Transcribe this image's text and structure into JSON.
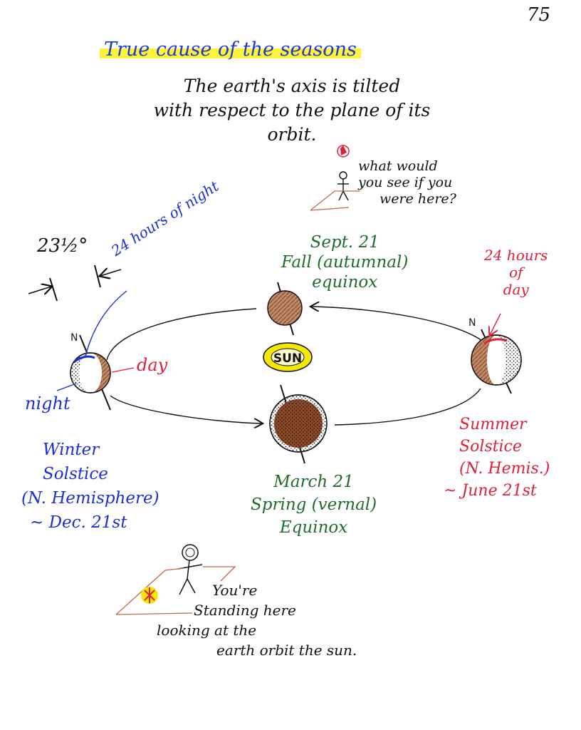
{
  "page_number": "75",
  "title": "True cause of the seasons",
  "subtitle_lines": [
    "The earth's axis is tilted",
    "with respect to the plane of its",
    "orbit."
  ],
  "question_lines": [
    "what would",
    "you see if you",
    "were here?"
  ],
  "tilt_label": "23½°",
  "night_hours_label": "24 hours of night",
  "day_hours_lines": [
    "24 hours",
    "of",
    "day"
  ],
  "sun_label": "SUN",
  "north_label": "N",
  "day_label": "day",
  "night_label": "night",
  "september_lines": [
    "Sept. 21",
    "Fall (autumnal)",
    "equinox"
  ],
  "march_lines": [
    "March 21",
    "Spring (vernal)",
    "Equinox"
  ],
  "winter_lines": [
    "Winter",
    "Solstice",
    "(N. Hemisphere)",
    "~ Dec. 21st"
  ],
  "summer_lines": [
    "Summer",
    "Solstice",
    "(N. Hemis.)",
    "~ June 21st"
  ],
  "standing_lines": [
    "You're",
    "Standing here",
    "looking at the",
    "earth orbit the sun."
  ],
  "colors": {
    "title_ink": "#1a3ad0",
    "highlight": "#fff23a",
    "blue_ink": "#1a2fd6",
    "red_ink": "#e0203a",
    "green_ink": "#1f6b2c",
    "earth_brown": "#8a4a2a",
    "sun_yellow": "#f5e800"
  }
}
